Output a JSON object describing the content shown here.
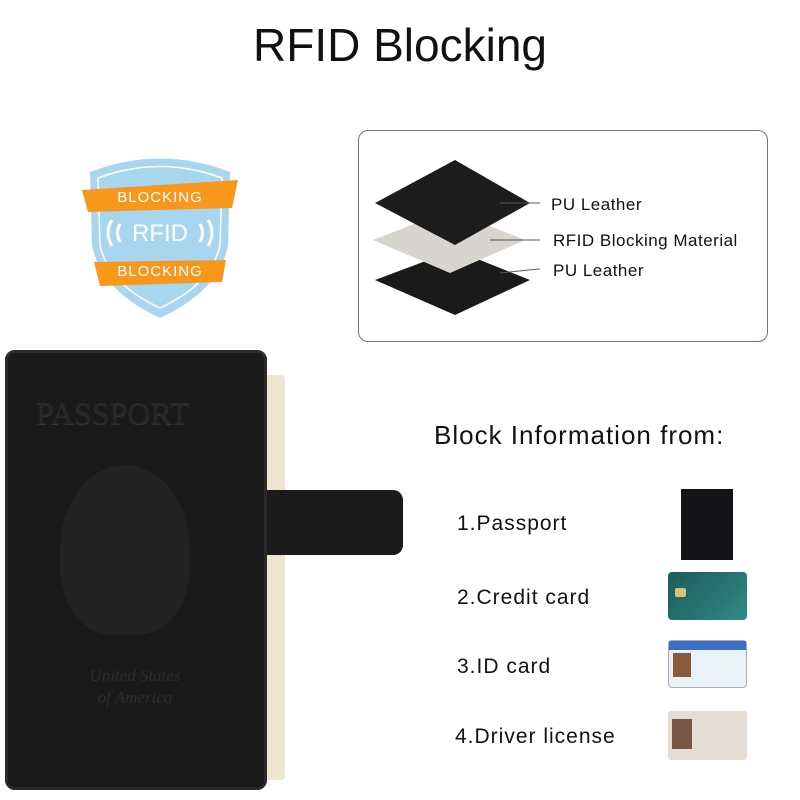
{
  "title": "RFID Blocking",
  "badge": {
    "top_ribbon": "BLOCKING",
    "center": "RFID",
    "bottom_ribbon": "BLOCKING",
    "shield_color": "#a9d6ef",
    "ribbon_color": "#f7981d"
  },
  "layers": [
    {
      "label": "PU Leather"
    },
    {
      "label": "RFID Blocking Material"
    },
    {
      "label": "PU Leather"
    }
  ],
  "passport_cover": {
    "title": "PASSPORT",
    "footer_line1": "United States",
    "footer_line2": "of America"
  },
  "block_heading": "Block Information from:",
  "items": [
    {
      "label": "1.Passport",
      "icon": "passport-icon"
    },
    {
      "label": "2.Credit card",
      "icon": "credit-card-icon"
    },
    {
      "label": "3.ID card",
      "icon": "id-card-icon"
    },
    {
      "label": "4.Driver license",
      "icon": "driver-license-icon"
    }
  ]
}
